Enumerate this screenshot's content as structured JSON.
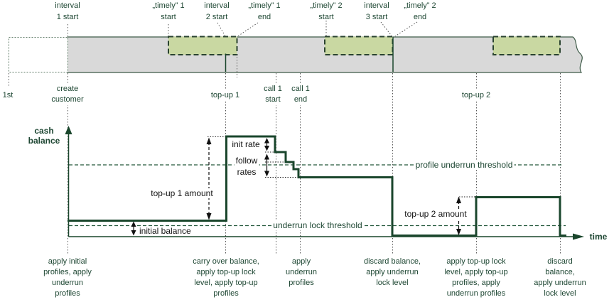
{
  "meta": {
    "ellipsis": "···"
  },
  "timeline": {
    "top_labels": [
      {
        "text": "interval\n1 start"
      },
      {
        "text": "„timely” 1\nstart"
      },
      {
        "text": "interval\n2 start"
      },
      {
        "text": "„timely” 1\nend"
      },
      {
        "text": "„timely” 2\nstart"
      },
      {
        "text": "interval\n3 start"
      },
      {
        "text": "„timely” 2\nend"
      }
    ],
    "event_labels": [
      {
        "text": "1st"
      },
      {
        "text": "create\ncustomer"
      },
      {
        "text": "top-up 1"
      },
      {
        "text": "call 1\nstart"
      },
      {
        "text": "call 1\nend"
      },
      {
        "text": "top-up 2"
      }
    ]
  },
  "chart": {
    "y_axis_label": "cash\nbalance",
    "x_axis_label": "time",
    "annotations": {
      "top_up_1_amount": "top-up 1 amount",
      "initial_balance": "initial balance",
      "init_rate": "init rate",
      "follow_rates": "follow\nrates",
      "top_up_2_amount": "top-up 2 amount"
    },
    "thresholds": {
      "profile_underrun": "profile underrun threshold",
      "underrun_lock": "underrun lock threshold"
    }
  },
  "actions": [
    {
      "text": "apply initial\nprofiles, apply\nunderrun\nprofiles"
    },
    {
      "text": "carry over balance,\napply top-up lock\nlevel, apply top-up\nprofiles"
    },
    {
      "text": "apply\nunderrun\nprofiles"
    },
    {
      "text": "discard balance,\napply underrun\nlock level"
    },
    {
      "text": "apply top-up lock\nlevel, apply top-up\nprofiles, apply\nunderrun profiles"
    },
    {
      "text": "discard balance,\napply underrun\nlock level"
    }
  ],
  "colors": {
    "text_green": "#1e4733",
    "line_green": "#1a462c",
    "timely_fill": "#c9d8a2",
    "bar_fill": "#d9d9d9",
    "annotation_black": "#111111"
  }
}
